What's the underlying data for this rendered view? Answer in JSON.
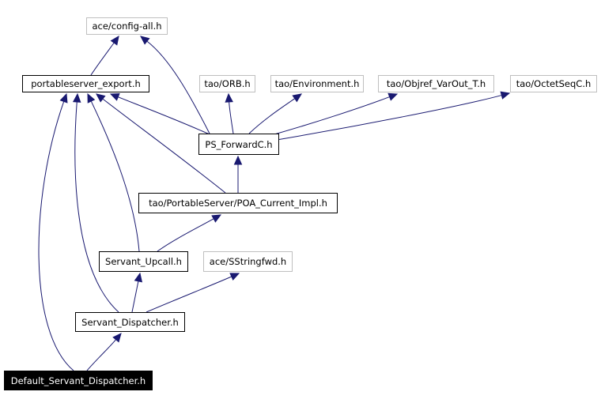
{
  "graph": {
    "nodes": [
      {
        "id": "config_all",
        "label": "ace/config-all.h",
        "kind": "external"
      },
      {
        "id": "ps_export",
        "label": "portableserver_export.h",
        "kind": "standard"
      },
      {
        "id": "orb",
        "label": "tao/ORB.h",
        "kind": "external"
      },
      {
        "id": "environment",
        "label": "tao/Environment.h",
        "kind": "external"
      },
      {
        "id": "objref",
        "label": "tao/Objref_VarOut_T.h",
        "kind": "external"
      },
      {
        "id": "octetseq",
        "label": "tao/OctetSeqC.h",
        "kind": "external"
      },
      {
        "id": "ps_forward",
        "label": "PS_ForwardC.h",
        "kind": "standard"
      },
      {
        "id": "poa_current",
        "label": "tao/PortableServer/POA_Current_Impl.h",
        "kind": "standard"
      },
      {
        "id": "upcall",
        "label": "Servant_Upcall.h",
        "kind": "standard"
      },
      {
        "id": "sstringfwd",
        "label": "ace/SStringfwd.h",
        "kind": "external"
      },
      {
        "id": "dispatcher",
        "label": "Servant_Dispatcher.h",
        "kind": "standard"
      },
      {
        "id": "default_dispatcher",
        "label": "Default_Servant_Dispatcher.h",
        "kind": "focus"
      }
    ],
    "edges": [
      {
        "from": "ps_export",
        "to": "config_all"
      },
      {
        "from": "ps_forward",
        "to": "config_all"
      },
      {
        "from": "ps_forward",
        "to": "ps_export"
      },
      {
        "from": "ps_forward",
        "to": "orb"
      },
      {
        "from": "ps_forward",
        "to": "environment"
      },
      {
        "from": "ps_forward",
        "to": "objref"
      },
      {
        "from": "ps_forward",
        "to": "octetseq"
      },
      {
        "from": "poa_current",
        "to": "ps_export"
      },
      {
        "from": "poa_current",
        "to": "ps_forward"
      },
      {
        "from": "upcall",
        "to": "ps_export"
      },
      {
        "from": "upcall",
        "to": "poa_current"
      },
      {
        "from": "dispatcher",
        "to": "ps_export"
      },
      {
        "from": "dispatcher",
        "to": "upcall"
      },
      {
        "from": "dispatcher",
        "to": "sstringfwd"
      },
      {
        "from": "default_dispatcher",
        "to": "ps_export"
      },
      {
        "from": "default_dispatcher",
        "to": "dispatcher"
      }
    ],
    "colors": {
      "edge": "#191970",
      "node_border": "#000000",
      "external_border": "#bfbfbf",
      "focus_fill": "#000000",
      "focus_text": "#ffffff"
    }
  }
}
